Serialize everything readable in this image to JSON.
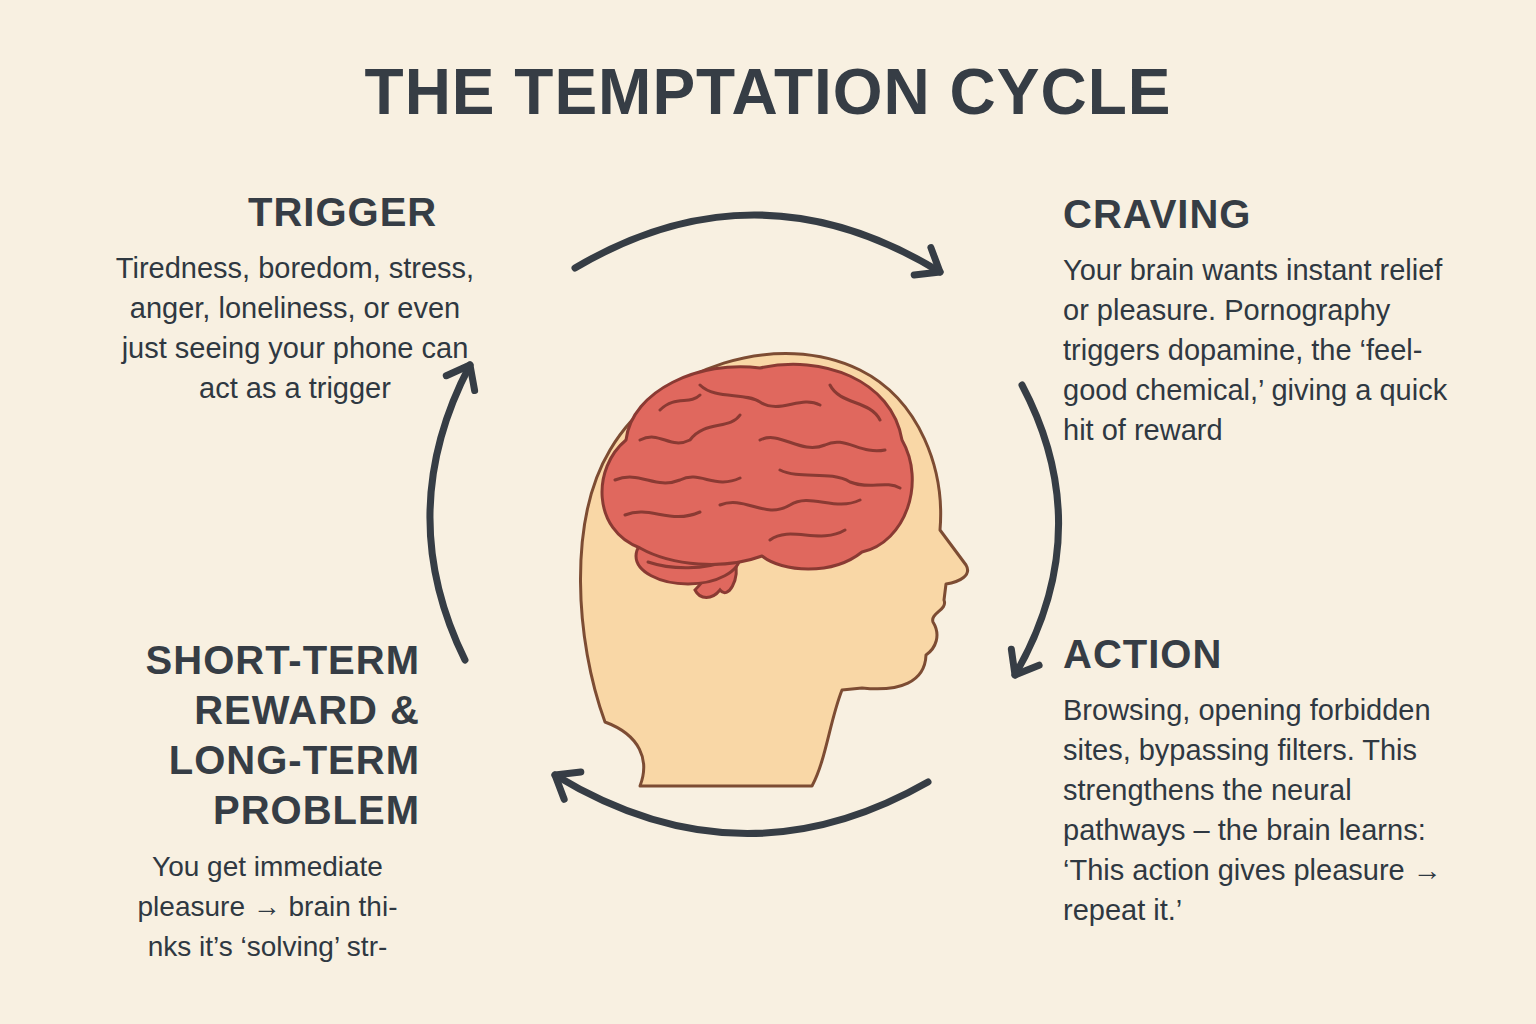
{
  "diagram": {
    "title": "THE TEMPTATION CYCLE",
    "nodes": [
      {
        "text": [
          "TRIGGER",
          "Tiredness, boredom, stress, anger, loneliness, or even just seeing your phone can act as a trigger"
        ]
      },
      {
        "text": [
          "CRAVING",
          "Your brain wants instant relief or pleasure. Pornography triggers dopamine, the ‘feel-good chemical,’ giving a quick hit of reward"
        ]
      },
      {
        "text": [
          "ACTION",
          "Browsing, opening forbidden sites, bypassing filters. This strengthens the neural pathways – the brain learns: ‘This action gives pleasure → repeat it.’"
        ]
      },
      {
        "text": [
          "SHORT-TERM REWARD & LONG-TERM PROBLEM",
          "You get immediate pleasure → brain thi- nks it’s ‘solving’ str-"
        ]
      }
    ],
    "edges": [
      {
        "from": 0,
        "to": 1,
        "arrow": "to"
      },
      {
        "from": 1,
        "to": 2,
        "arrow": "to"
      },
      {
        "from": 2,
        "to": 3,
        "arrow": "to"
      },
      {
        "from": 3,
        "to": 0,
        "arrow": "to"
      }
    ]
  }
}
